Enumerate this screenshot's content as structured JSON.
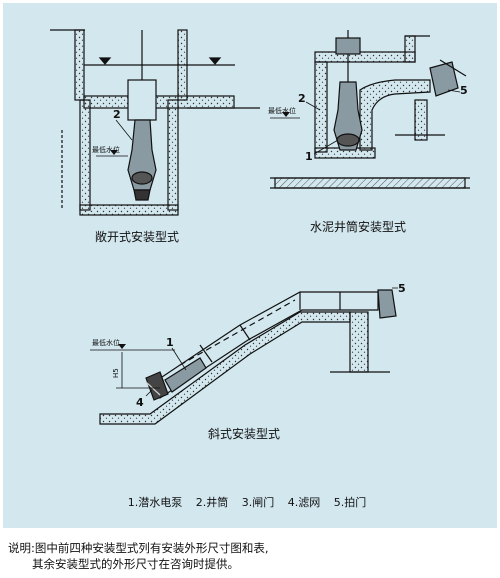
{
  "diagrams": {
    "open": {
      "caption": "敞开式安装型式",
      "water_level": "最低水位",
      "callout": "2"
    },
    "well": {
      "caption": "水泥井筒安装型式",
      "water_level": "最低水位",
      "callouts": [
        "2",
        "1",
        "5"
      ]
    },
    "inclined": {
      "caption": "斜式安装型式",
      "water_level": "最低水位",
      "dimension": "H5",
      "callouts": [
        "1",
        "4",
        "5"
      ]
    }
  },
  "legend": {
    "items": [
      "1.潜水电泵",
      "2.井筒",
      "3.闸门",
      "4.滤网",
      "5.拍门"
    ]
  },
  "notes": {
    "line1": "说明:图中前四种安装型式列有安装外形尺寸图和表,",
    "line2": "其余安装型式的外形尺寸在咨询时提供。"
  },
  "colors": {
    "panel_background": "#d2e7ee",
    "line": "#111111",
    "hatch": "#333333"
  }
}
